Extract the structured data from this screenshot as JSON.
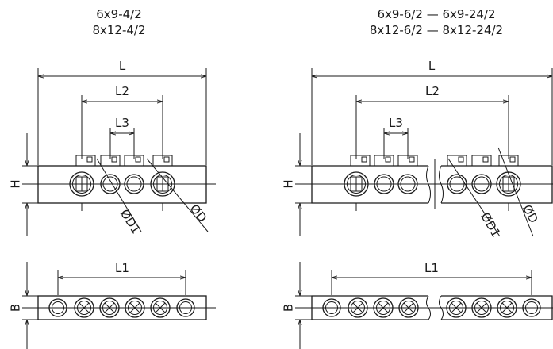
{
  "left": {
    "title_line1": "6x9-4/2",
    "title_line2": "8x12-4/2"
  },
  "right": {
    "title_line1": "6x9-6/2 — 6x9-24/2",
    "title_line2": "8x12-6/2 — 8x12-24/2"
  },
  "labels": {
    "L": "L",
    "L1": "L1",
    "L2": "L2",
    "L3": "L3",
    "H": "H",
    "B": "B",
    "D": "ØD",
    "D1": "ØD1"
  }
}
